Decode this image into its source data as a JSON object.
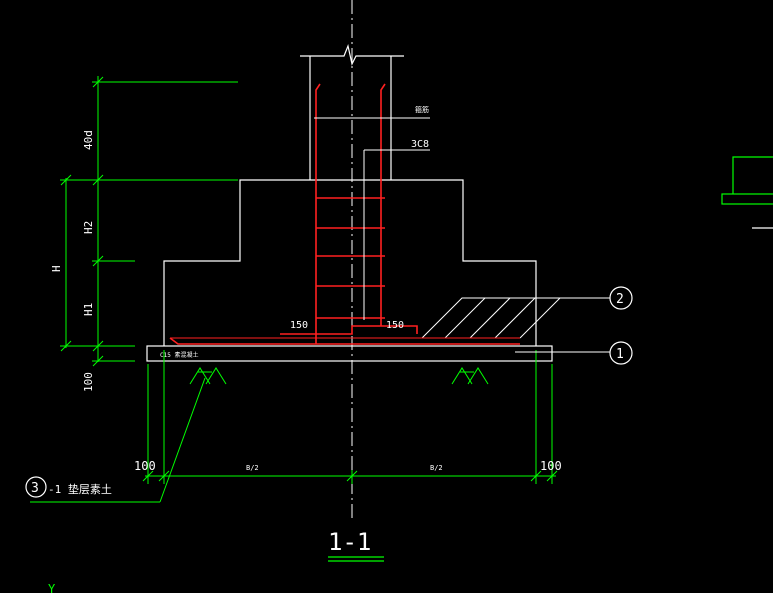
{
  "drawing": {
    "section_title": "1-1",
    "dims": {
      "anchorage": "40d",
      "h2": "H2",
      "h": "H",
      "h1": "H1",
      "bottom_100": "100",
      "left_100": "100",
      "right_100": "100",
      "half_left": "B/2",
      "half_right": "B/2",
      "bar_end_left": "150",
      "bar_end_right": "150"
    },
    "labels": {
      "tie_top": "箍筋",
      "stirrups": "3C8",
      "callout_3": "3",
      "callout_3_text": "-1 垫层素土",
      "callout_2": "2",
      "callout_1": "1",
      "pad_note": "C15 素混凝土",
      "axis_y": "Y"
    },
    "colors": {
      "background": "#000000",
      "line": "#ffffff",
      "dim": "#00ff00",
      "rebar": "#ff2020",
      "text": "#ffffff"
    }
  }
}
